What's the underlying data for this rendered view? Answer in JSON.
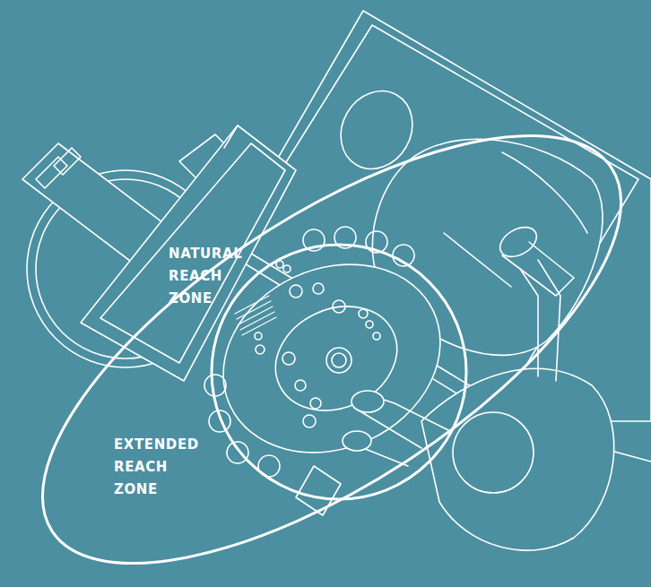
{
  "diagram": {
    "nodes": [
      {
        "text": [
          "EXTENDED REACH ZONE"
        ]
      },
      {
        "text": [
          "NATURAL REACH ZONE"
        ],
        "in": 0
      }
    ]
  }
}
